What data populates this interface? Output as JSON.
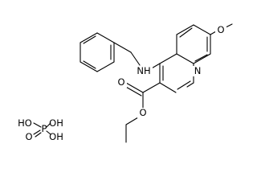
{
  "molecule": {
    "atoms": {
      "methoxy_o": "O",
      "amine_nh": "NH",
      "ring_n": "N",
      "carbonyl_o": "O",
      "ester_o": "O"
    }
  },
  "counterion": {
    "oh_left": "HO",
    "oh_top": "OH",
    "oh_right": "OH",
    "oxo": "O",
    "phosphorus": "P"
  }
}
